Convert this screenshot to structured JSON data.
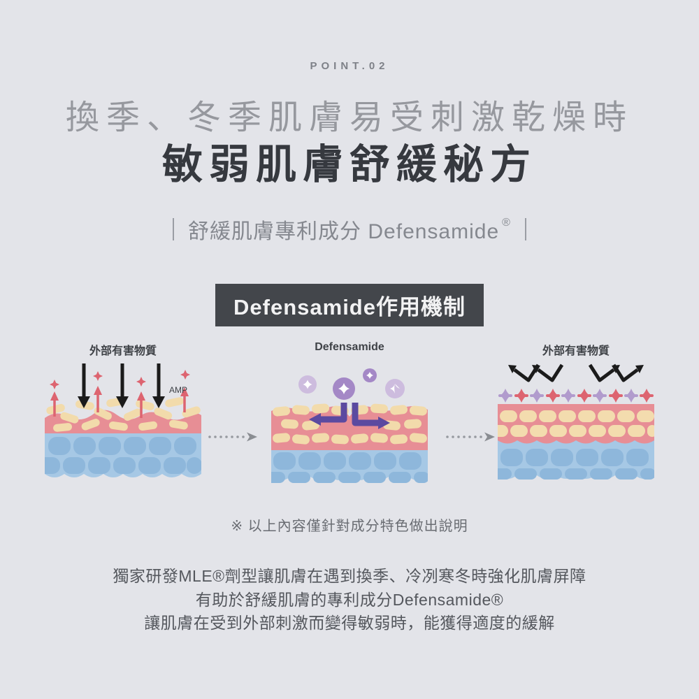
{
  "page": {
    "eyebrow": "POINT.02",
    "heading_line1": "換季、冬季肌膚易受刺激乾燥時",
    "heading_line2": "敏弱肌膚舒緩秘方",
    "subtitle": {
      "text": "舒緩肌膚專利成分 Defensamide",
      "reg": "®"
    },
    "section_title": "Defensamide作用機制",
    "note": "※ 以上內容僅針對成分特色做出說明",
    "paragraph": {
      "line1": "獨家研發MLE®劑型讓肌膚在遇到換季、冷冽寒冬時強化肌膚屏障",
      "line2": "有助於舒緩肌膚的專利成分Defensamide®",
      "line3": "讓肌膚在受到外部刺激而變得敏弱時，能獲得適度的緩解"
    }
  },
  "diagram": {
    "panels": [
      {
        "label": "外部有害物質",
        "annotation": "AMP",
        "state": "damaged-barrier"
      },
      {
        "label": "Defensamide",
        "state": "ingredient-fills-barrier"
      },
      {
        "label": "外部有害物質",
        "state": "protected-barrier"
      }
    ]
  },
  "colors": {
    "background": "#e3e4e9",
    "heading_gray": "#96989e",
    "heading_dark": "#36393f",
    "section_title_bg": "#43464b",
    "barrier_pink": "#e78e95",
    "lipid_tan": "#f2dbab",
    "dermis_blue": "#a6c8e5",
    "dermis_cell_blue": "#8eb7db",
    "amp_red": "#dd6470",
    "defensamide_purple_dark": "#a488c6",
    "defensamide_purple_light": "#cdbcde",
    "arrow_purple": "#5b4aa0",
    "harmful_black": "#1b1b1b"
  }
}
